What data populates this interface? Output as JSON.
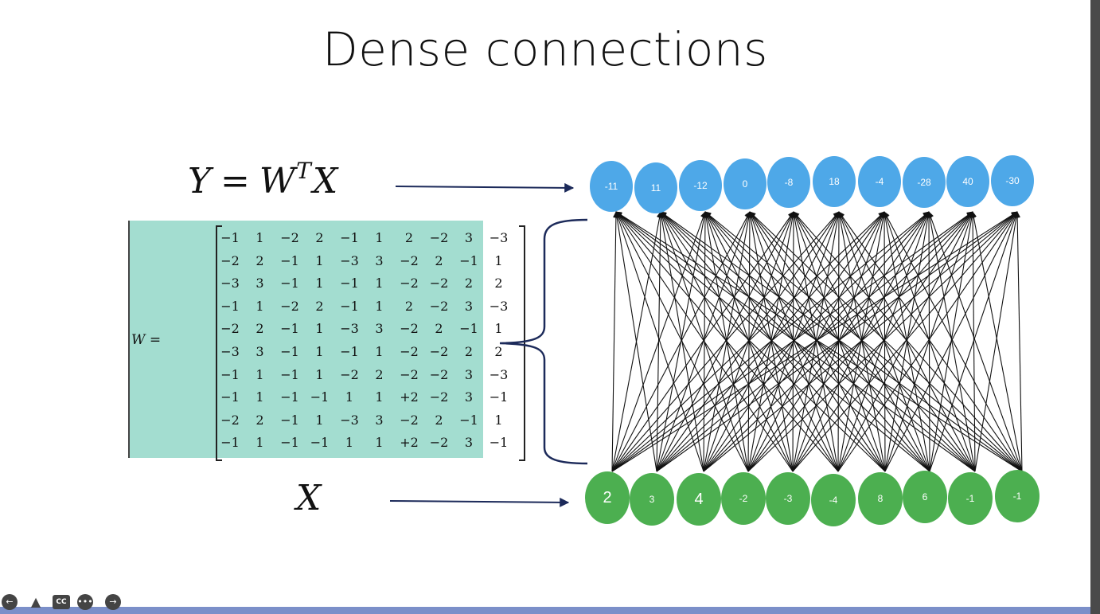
{
  "slide": {
    "title": "Dense connections",
    "formula_y": {
      "lhs": "Y",
      "eq": "=",
      "w": "W",
      "sup": "T",
      "x": "X"
    },
    "formula_x": "X",
    "matrix": {
      "label_var": "W",
      "label_eq": "=",
      "rows": [
        [
          "−1",
          "1",
          "−2",
          "2",
          "−1",
          "1",
          "2",
          "−2",
          "3",
          "−3"
        ],
        [
          "−2",
          "2",
          "−1",
          "1",
          "−3",
          "3",
          "−2",
          "2",
          "−1",
          "1"
        ],
        [
          "−3",
          "3",
          "−1",
          "1",
          "−1",
          "1",
          "−2",
          "−2",
          "2",
          "2"
        ],
        [
          "−1",
          "1",
          "−2",
          "2",
          "−1",
          "1",
          "2",
          "−2",
          "3",
          "−3"
        ],
        [
          "−2",
          "2",
          "−1",
          "1",
          "−3",
          "3",
          "−2",
          "2",
          "−1",
          "1"
        ],
        [
          "−3",
          "3",
          "−1",
          "1",
          "−1",
          "1",
          "−2",
          "−2",
          "2",
          "2"
        ],
        [
          "−1",
          "1",
          "−1",
          "1",
          "−2",
          "2",
          "−2",
          "−2",
          "3",
          "−3"
        ],
        [
          "−1",
          "1",
          "−1",
          "−1",
          "1",
          "1",
          "+2",
          "−2",
          "3",
          "−1"
        ],
        [
          "−2",
          "2",
          "−1",
          "1",
          "−3",
          "3",
          "−2",
          "2",
          "−1",
          "1"
        ],
        [
          "−1",
          "1",
          "−1",
          "−1",
          "1",
          "1",
          "+2",
          "−2",
          "3",
          "−1"
        ]
      ]
    },
    "output_nodes": [
      "-11",
      "11",
      "-12",
      "0",
      "-8",
      "18",
      "-4",
      "-28",
      "40",
      "-30"
    ],
    "input_nodes": [
      "2",
      "3",
      "4",
      "-2",
      "-3",
      "-4",
      "8",
      "6",
      "-1",
      "-1"
    ],
    "colors": {
      "output": "#4ea8e8",
      "input": "#4caf50",
      "progress": "#7b8fc9",
      "edge": "#111111",
      "arrow": "#1c2a5a"
    }
  },
  "controls": [
    {
      "name": "prev-arrow-icon",
      "glyph": "←"
    },
    {
      "name": "pointer-icon",
      "glyph": "▲"
    },
    {
      "name": "captions-icon",
      "glyph": "CC"
    },
    {
      "name": "more-icon",
      "glyph": "•••"
    },
    {
      "name": "next-arrow-icon",
      "glyph": "→"
    }
  ]
}
